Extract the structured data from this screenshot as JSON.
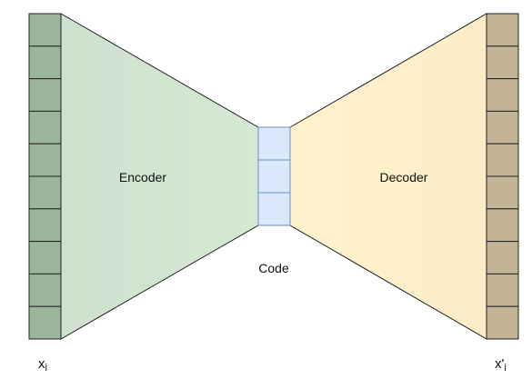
{
  "labels": {
    "encoder": "Encoder",
    "decoder": "Decoder",
    "code": "Code",
    "input_base": "x",
    "input_sub": "i",
    "output_base": "x'",
    "output_sub": "i"
  },
  "structure": {
    "input_cells": 10,
    "code_cells": 3,
    "output_cells": 10
  },
  "colors": {
    "input_fill": "#9bb59d",
    "encoder_fill": "#d5e8d4",
    "code_fill": "#dae8fc",
    "decoder_fill": "#fff2cc",
    "output_fill": "#c2b495",
    "stroke": "#222222",
    "code_stroke": "#6c8ebf"
  }
}
